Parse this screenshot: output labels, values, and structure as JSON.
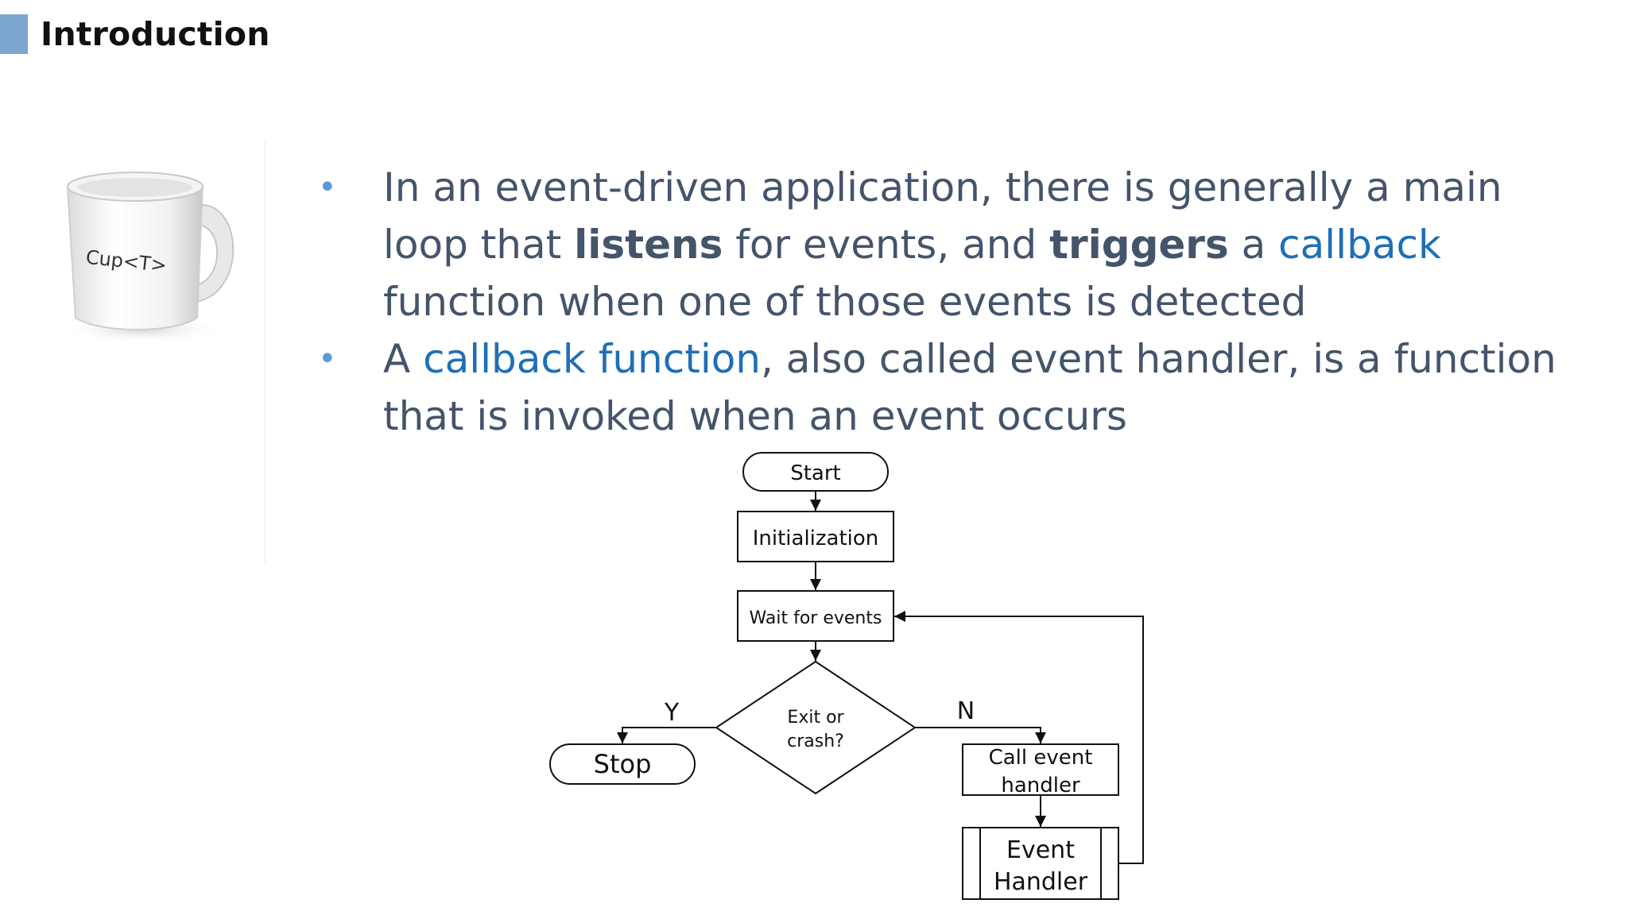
{
  "slide": {
    "title": "Introduction"
  },
  "mug": {
    "label": "Cup<T>"
  },
  "bullets": [
    {
      "t1": "In an event-driven application, there is generally a main loop that ",
      "b1": "listens",
      "t2": " for events, and ",
      "b2": "triggers",
      "t3": " a ",
      "h1": "callback",
      "t4": " function when one of those events is detected"
    },
    {
      "t1": "A ",
      "h1": "callback function",
      "t2": ", also called event handler, is a function that is invoked when an event occurs"
    }
  ],
  "flowchart": {
    "start": "Start",
    "init": "Initialization",
    "wait": "Wait for events",
    "decision_line1": "Exit or",
    "decision_line2": "crash?",
    "yes": "Y",
    "no": "N",
    "stop": "Stop",
    "call_line1": "Call event",
    "call_line2": "handler",
    "handler_line1": "Event",
    "handler_line2": "Handler"
  }
}
